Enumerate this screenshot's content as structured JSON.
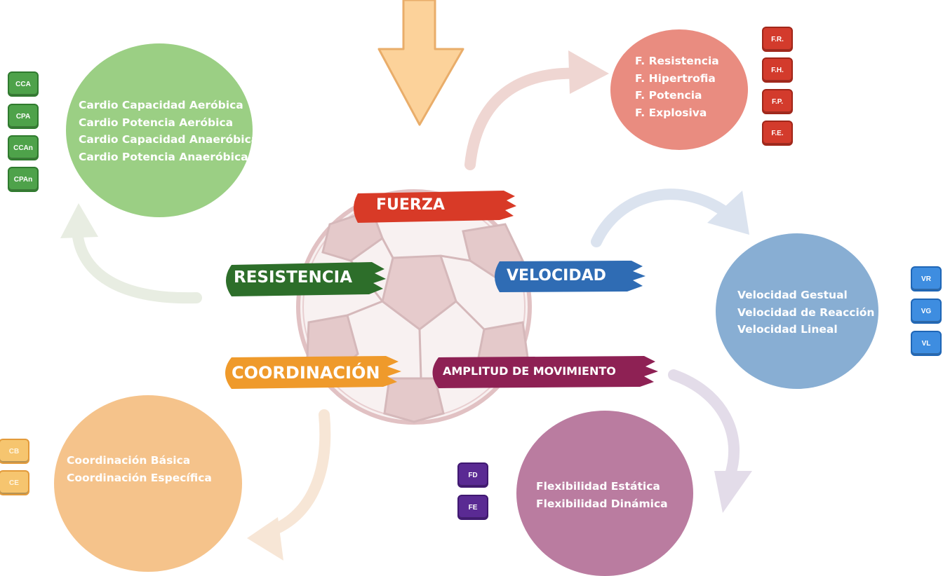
{
  "colors": {
    "resistencia": "#99cf82",
    "fuerza": "#e88b7e",
    "velocidad": "#87aed3",
    "amplitud": "#b97b9e",
    "coordinacion": "#f4c28a"
  },
  "categories": {
    "fuerza": "FUERZA",
    "resistencia": "RESISTENCIA",
    "velocidad": "VELOCIDAD",
    "coordinacion": "COORDINACIÓN",
    "amplitud": "AMPLITUD DE MOVIMIENTO"
  },
  "resistencia": {
    "items": [
      "Cardio Capacidad Aeróbica",
      "Cardio Potencia Aeróbica",
      "Cardio Capacidad Anaeróbica",
      "Cardio Potencia Anaeróbica"
    ],
    "badges": [
      "CCA",
      "CPA",
      "CCAn",
      "CPAn"
    ]
  },
  "fuerza": {
    "items": [
      "F. Resistencia",
      "F. Hipertrofia",
      "F. Potencia",
      "F. Explosiva"
    ],
    "badges": [
      "F.R.",
      "F.H.",
      "F.P.",
      "F.E."
    ]
  },
  "velocidad": {
    "items": [
      "Velocidad Gestual",
      "Velocidad de Reacción",
      "Velocidad Lineal"
    ],
    "badges": [
      "VR",
      "VG",
      "VL"
    ]
  },
  "amplitud": {
    "items": [
      "Flexibilidad Estática",
      "Flexibilidad Dinámica"
    ],
    "badges": [
      "FD",
      "FE"
    ]
  },
  "coordinacion": {
    "items": [
      "Coordinación Básica",
      "Coordinación Específica"
    ],
    "badges": [
      "CB",
      "CE"
    ]
  }
}
